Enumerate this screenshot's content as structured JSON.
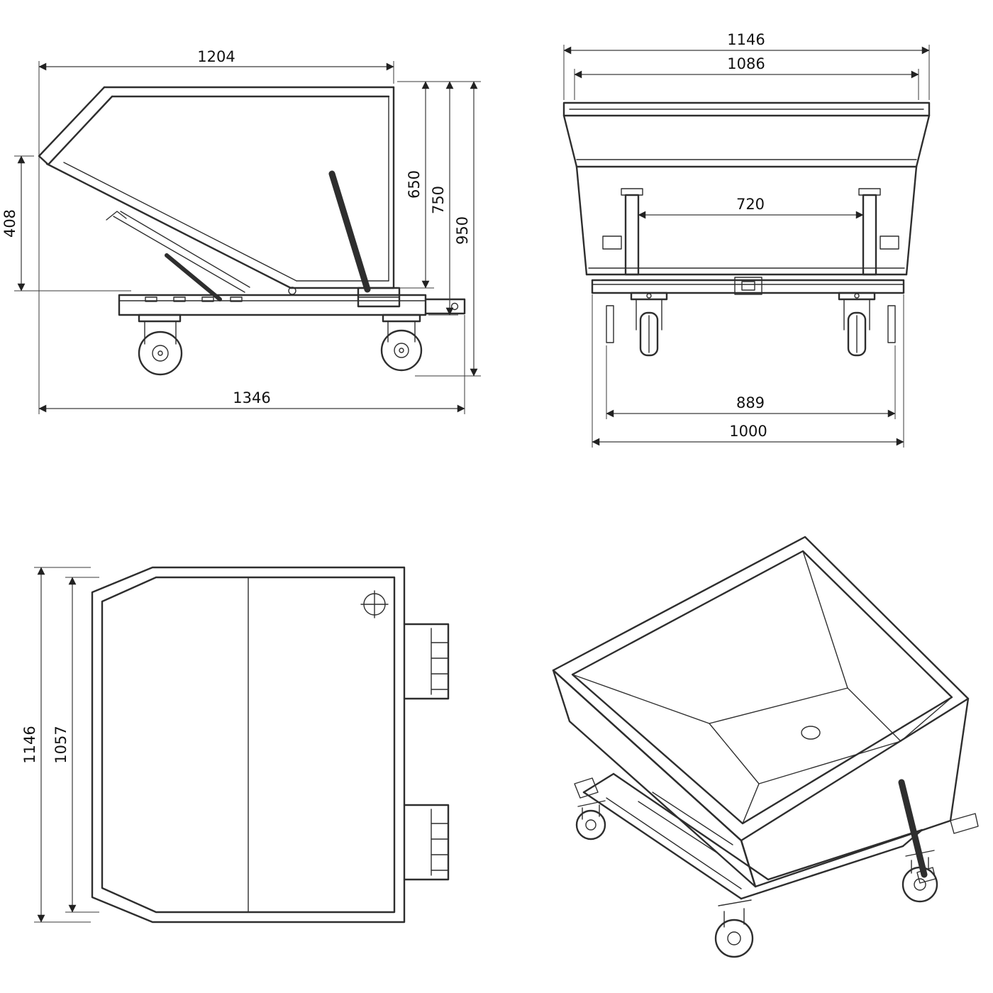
{
  "drawing": {
    "type": "technical-orthographic-drawing",
    "subject": "tipping-skip-cart",
    "colors": {
      "line": "#2e2e2e",
      "dimension": "#3a3a3a",
      "background": "#ffffff"
    }
  },
  "views": {
    "side": {
      "dims": {
        "top_width": "1204",
        "spout_height": "408",
        "inner_height": "650",
        "body_height": "750",
        "overall_height": "950",
        "overall_length": "1346"
      }
    },
    "front": {
      "dims": {
        "overall_width": "1146",
        "opening_width": "1086",
        "inner_frame_width": "720",
        "wheel_track": "889",
        "base_width": "1000"
      }
    },
    "top": {
      "dims": {
        "overall_depth": "1146",
        "inner_depth": "1057"
      }
    }
  }
}
